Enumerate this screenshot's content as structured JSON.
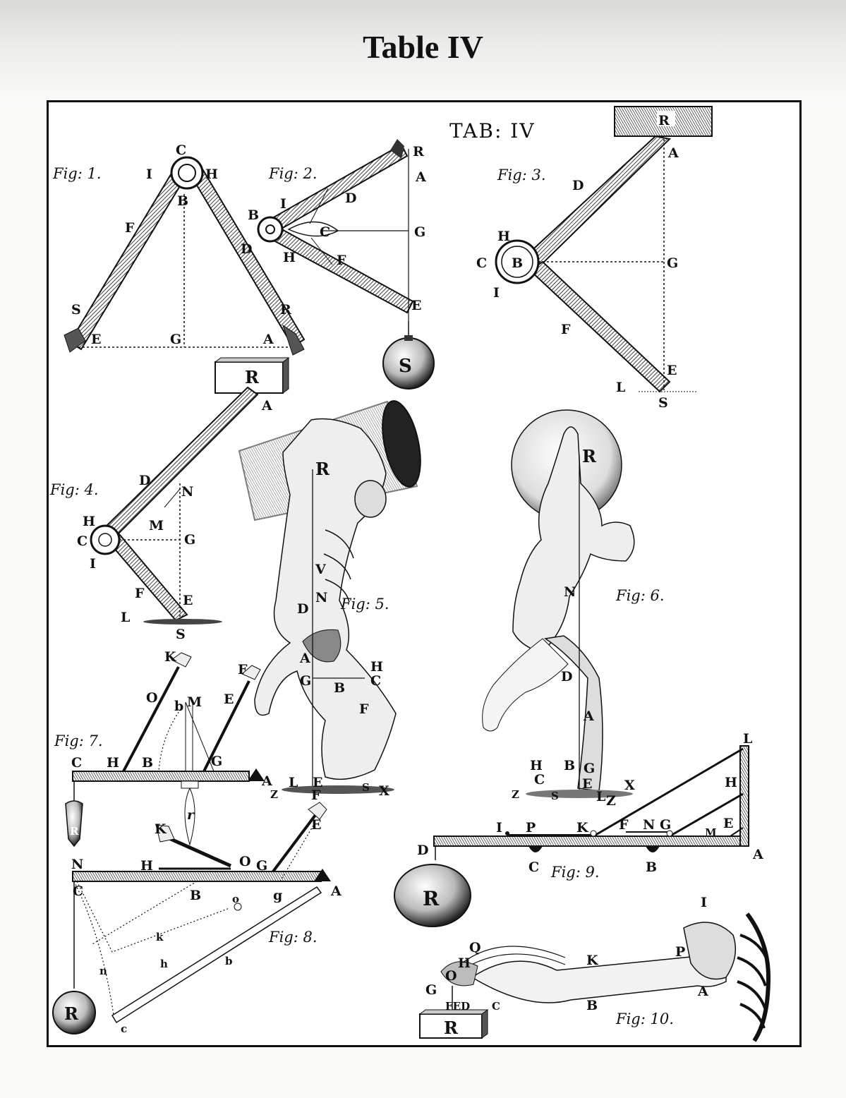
{
  "title": "Table IV",
  "plate": {
    "heading": "TAB: IV",
    "figures": {
      "fig1": {
        "caption": "Fig: 1.",
        "labels": [
          "C",
          "I",
          "H",
          "B",
          "F",
          "D",
          "S",
          "R",
          "E",
          "G",
          "A"
        ]
      },
      "fig2": {
        "caption": "Fig: 2.",
        "labels": [
          "R",
          "A",
          "B",
          "I",
          "D",
          "C",
          "G",
          "H",
          "F",
          "E",
          "S"
        ]
      },
      "fig3": {
        "caption": "Fig: 3.",
        "labels": [
          "R",
          "A",
          "D",
          "H",
          "C",
          "B",
          "G",
          "I",
          "F",
          "E",
          "L",
          "S"
        ]
      },
      "fig4": {
        "caption": "Fig: 4.",
        "labels": [
          "R",
          "A",
          "D",
          "N",
          "M",
          "H",
          "C",
          "G",
          "I",
          "F",
          "E",
          "L",
          "S"
        ]
      },
      "fig5": {
        "caption": "Fig: 5.",
        "labels": [
          "R",
          "V",
          "N",
          "D",
          "A",
          "H",
          "C",
          "G",
          "B",
          "F",
          "L",
          "E",
          "S",
          "X",
          "Z"
        ]
      },
      "fig6": {
        "caption": "Fig: 6.",
        "labels": [
          "R",
          "N",
          "D",
          "A",
          "H",
          "B",
          "G",
          "C",
          "E",
          "Z",
          "S",
          "L"
        ]
      },
      "fig7": {
        "caption": "Fig: 7.",
        "labels": [
          "K",
          "F",
          "O",
          "b",
          "M",
          "E",
          "C",
          "H",
          "B",
          "G",
          "A",
          "r",
          "R"
        ]
      },
      "fig8": {
        "caption": "Fig: 8.",
        "labels": [
          "K",
          "F",
          "O",
          "E",
          "N",
          "H",
          "G",
          "C",
          "B",
          "g",
          "A",
          "o",
          "k",
          "n",
          "h",
          "b",
          "c",
          "R"
        ]
      },
      "fig9": {
        "caption": "Fig: 9.",
        "labels": [
          "L",
          "X",
          "H",
          "Z",
          "I",
          "P",
          "K",
          "F",
          "N",
          "G",
          "E",
          "M",
          "D",
          "C",
          "B",
          "A",
          "R"
        ]
      },
      "fig10": {
        "caption": "Fig: 10.",
        "labels": [
          "I",
          "Q",
          "H",
          "O",
          "K",
          "P",
          "G",
          "A",
          "FED",
          "C",
          "B",
          "R"
        ]
      }
    }
  }
}
